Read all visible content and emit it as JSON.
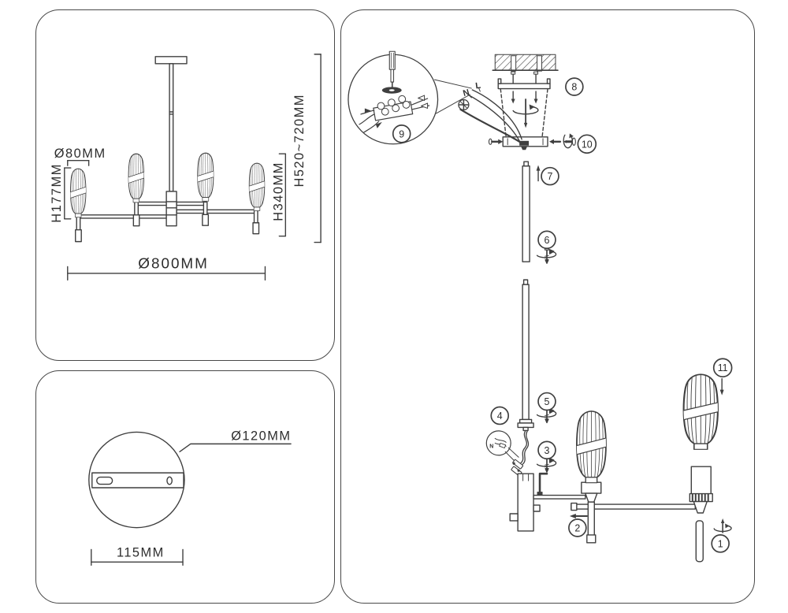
{
  "front_view": {
    "shade_diameter": "Ø80MM",
    "shade_height": "H177MM",
    "fixture_height": "H340MM",
    "overall_height": "H520~720MM",
    "overall_diameter": "Ø800MM"
  },
  "canopy_view": {
    "canopy_diameter": "Ø120MM",
    "bracket_length": "115MM"
  },
  "assembly": {
    "wire_neutral": "N",
    "wire_live": "L",
    "detail_wire_neutral": "N",
    "steps": [
      "1",
      "2",
      "3",
      "4",
      "5",
      "6",
      "7",
      "8",
      "9",
      "10",
      "11"
    ]
  },
  "colors": {
    "line": "#3f3f3f",
    "text": "#2d2d2d",
    "panel_border": "#484848",
    "background": "#ffffff"
  }
}
